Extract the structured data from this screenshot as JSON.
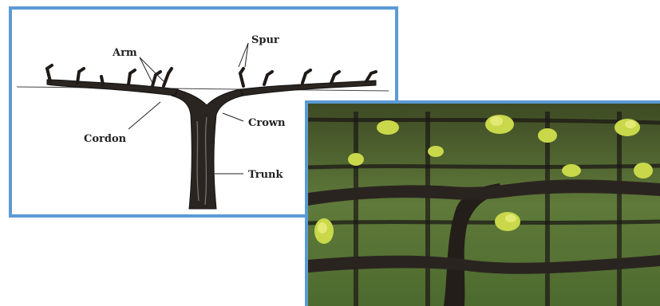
{
  "diagram": {
    "labels": {
      "arm": "Arm",
      "spur": "Spur",
      "cordon": "Cordon",
      "crown": "Crown",
      "trunk": "Trunk"
    }
  },
  "colors": {
    "frame_border": "#5b9bd5",
    "vine_wood": "#2a2420",
    "foliage": "#c8d84a",
    "background_green": "#5f7a3a"
  },
  "photo": {
    "subject": "grapevine-cordon-photo"
  }
}
